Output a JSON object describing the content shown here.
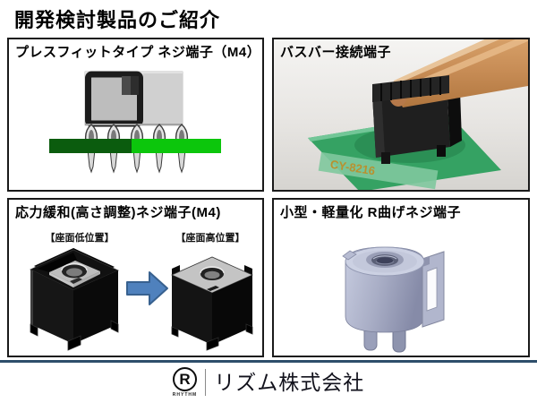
{
  "page": {
    "title": "開発検討製品のご紹介"
  },
  "panels": {
    "pressfit": {
      "title": "プレスフィットタイプ ネジ端子（M4）"
    },
    "busbar": {
      "title": "バスバー接続端子",
      "pcb_label": "CY-8216"
    },
    "stress_relief": {
      "title": "応力緩和(高さ調整)ネジ端子(M4)",
      "label_low": "【座面低位置】",
      "label_high": "【座面高位置】"
    },
    "compact": {
      "title": "小型・軽量化 R曲げネジ端子"
    }
  },
  "footer": {
    "company": "リズム株式会社",
    "brand": "RHYTHM",
    "brand_initial": "R"
  },
  "colors": {
    "bar_dark_green": "#0b5c0e",
    "bar_bright_green": "#0cc60c",
    "arrow_blue": "#4f81bd",
    "divider_navy": "#2e4e6b",
    "photo_pcb_green": "#35a263",
    "copper": "#c98e5f",
    "cad_gray_blue": "#aab0c8"
  }
}
